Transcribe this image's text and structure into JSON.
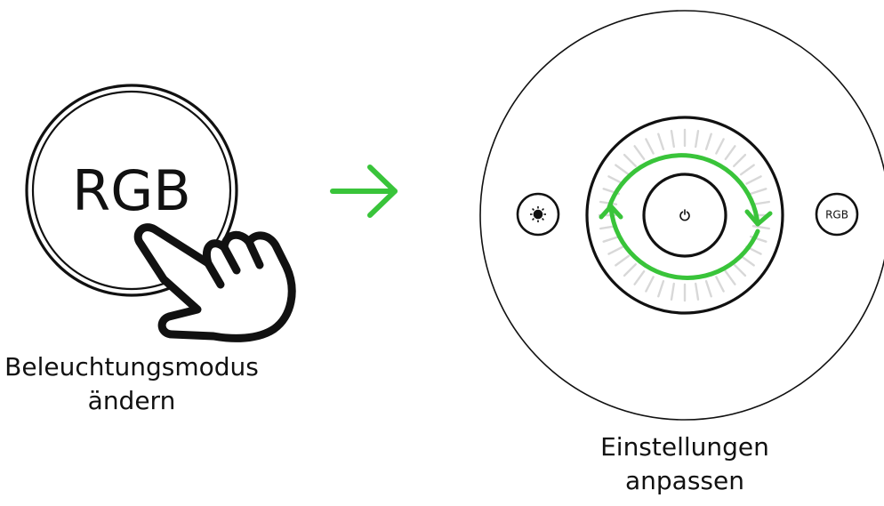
{
  "step1": {
    "button_label": "RGB",
    "caption": [
      "Beleuchtungsmodus",
      "ändern"
    ]
  },
  "step2": {
    "right_button_label": "RGB",
    "caption": [
      "Einstellungen",
      "anpassen"
    ]
  },
  "colors": {
    "accent": "#39c43a",
    "ink": "#111111",
    "tick": "#d8d8d8"
  },
  "icons": {
    "arrow": "arrow-right-icon",
    "hand": "pointing-hand-icon",
    "brightness": "brightness-icon",
    "power": "power-icon",
    "rotate": "rotate-arrows-icon"
  }
}
